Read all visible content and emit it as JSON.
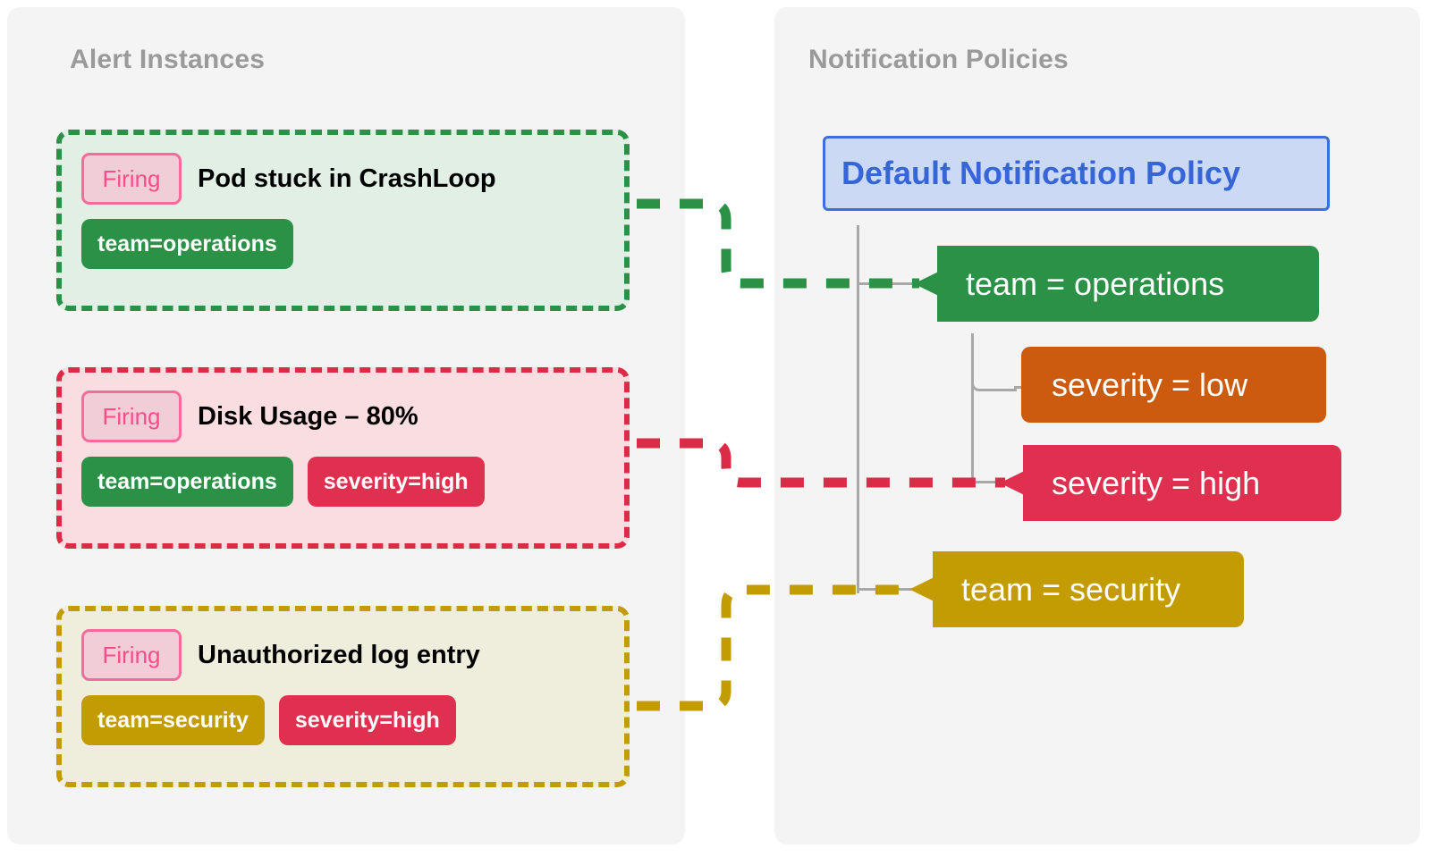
{
  "panels": {
    "alerts": {
      "title": "Alert Instances"
    },
    "policies": {
      "title": "Notification Policies"
    }
  },
  "alerts": [
    {
      "state": "Firing",
      "title": "Pod stuck in CrashLoop",
      "labels": [
        "team=operations"
      ],
      "color": "#2a9146",
      "fill": "#e2efe4"
    },
    {
      "state": "Firing",
      "title": "Disk Usage – 80%",
      "labels": [
        "team=operations",
        "severity=high"
      ],
      "color": "#da2b47",
      "fill": "#fadde1"
    },
    {
      "state": "Firing",
      "title": "Unauthorized log entry",
      "labels": [
        "team=security",
        "severity=high"
      ],
      "color": "#c39b03",
      "fill": "#efeddb"
    }
  ],
  "policy_tree": {
    "root": {
      "label": "Default Notification Policy",
      "color": "#3565d6",
      "fill": "#cbd9f5",
      "border": "#3b6fdb"
    },
    "nodes": [
      {
        "label": "team = operations",
        "color": "#2a9146",
        "matched": true,
        "depth": 1
      },
      {
        "label": "severity = low",
        "color": "#cc5a0f",
        "matched": false,
        "depth": 2
      },
      {
        "label": "severity = high",
        "color": "#e03050",
        "matched": true,
        "depth": 2
      },
      {
        "label": "team = security",
        "color": "#c39b03",
        "matched": true,
        "depth": 1
      }
    ]
  },
  "connections": [
    {
      "from": "alert-0",
      "to": "team = operations",
      "color": "#2a9146"
    },
    {
      "from": "alert-1",
      "to": "severity = high",
      "color": "#da2b47"
    },
    {
      "from": "alert-2",
      "to": "team = security",
      "color": "#c39b03"
    }
  ],
  "palette": {
    "panel_bg": "#f4f4f4",
    "panel_title": "#9a9a9a",
    "page_bg": "#ffffff",
    "tree_line": "#a8a8a8",
    "firing_text": "#fb4b8a",
    "firing_bg": "#f0cdd7",
    "firing_border": "#f76a9c",
    "green": "#2a9146",
    "red": "#e03050",
    "crimson": "#da2b47",
    "yellow": "#c39b03",
    "orange": "#cc5a0f",
    "blue": "#3565d6"
  }
}
